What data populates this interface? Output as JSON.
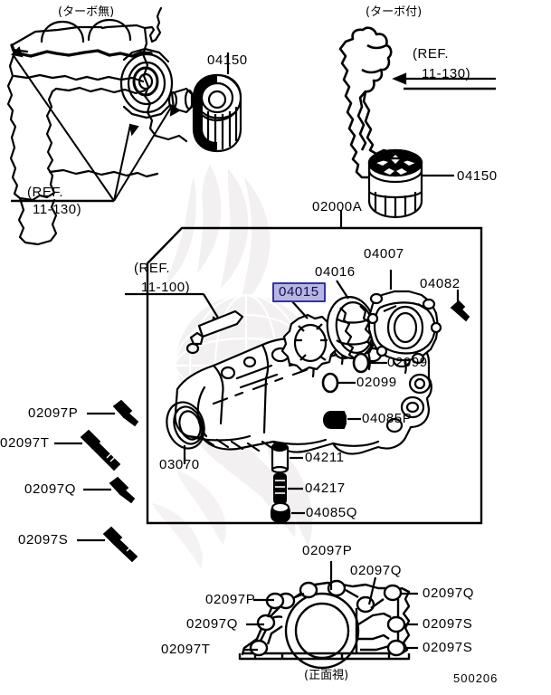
{
  "diagram": {
    "title_code": "500206",
    "ink_color": "#000000",
    "highlight_fill": "#b6b6e4",
    "highlight_border": "#3333a6",
    "watermark_color": "#f0eeee"
  },
  "sections": {
    "non_turbo_caption": "(ターボ無)",
    "turbo_caption": "(ターボ付)",
    "front_view_caption": "(正面視)"
  },
  "references": {
    "ref_11_130_left_line1": "(REF.",
    "ref_11_130_left_line2": "11-130)",
    "ref_11_130_right_line1": "(REF.",
    "ref_11_130_right_line2": "11-130)",
    "ref_11_100_line1": "(REF.",
    "ref_11_100_line2": "11-100)"
  },
  "callouts": {
    "oil_filter_non_turbo": "04150",
    "oil_filter_turbo": "04150",
    "oil_pump_assembly": "02000A",
    "pump_outer_rotor": "04016",
    "pump_inner_rotor": "04015",
    "pump_cover": "04007",
    "cover_bolt": "04082",
    "oring_upper": "02099",
    "oring_lower": "02099",
    "plug_p": "04085P",
    "relief_spring_seat": "04211",
    "relief_spring": "04217",
    "plug_q": "04085Q",
    "front_oil_seal": "03070",
    "bolt_p": "02097P",
    "bolt_t": "02097T",
    "bolt_q": "02097Q",
    "bolt_s": "02097S"
  },
  "front_view_callouts": {
    "top_center": "02097P",
    "top_right_inner": "02097Q",
    "left_upper": "02097P",
    "left_middle": "02097Q",
    "left_lower": "02097T",
    "right_upper": "02097Q",
    "right_middle": "02097S",
    "right_lower": "02097S"
  }
}
